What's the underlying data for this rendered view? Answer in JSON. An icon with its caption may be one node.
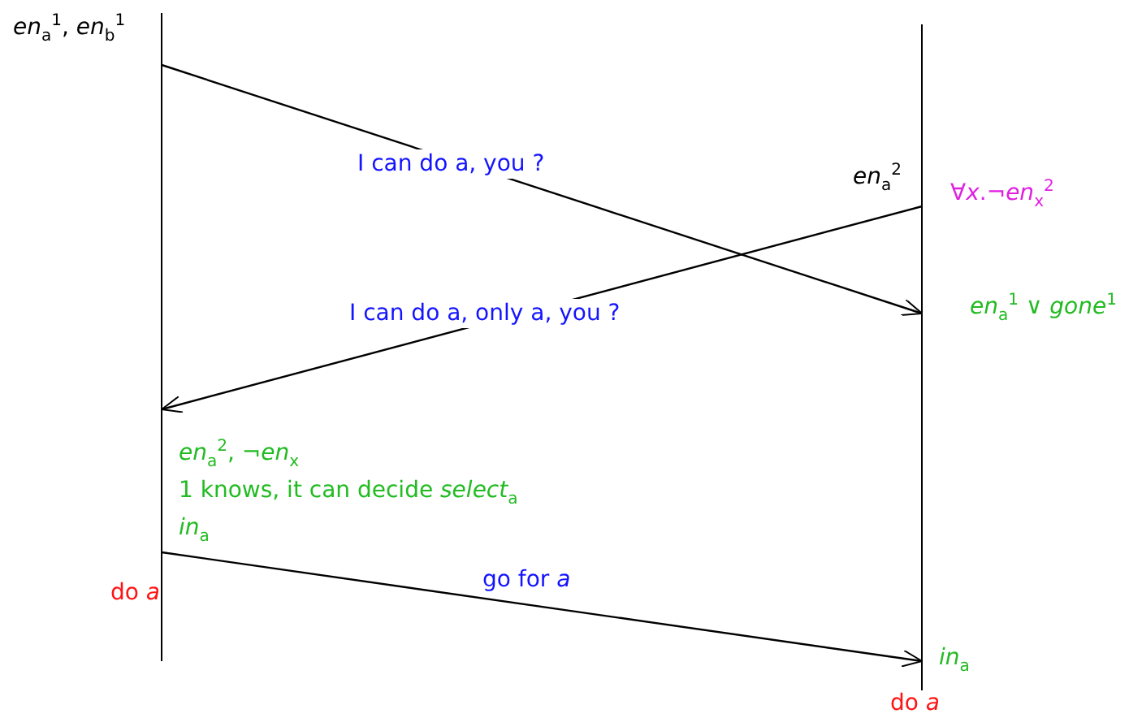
{
  "diagram": {
    "nodes": [
      {
        "text": [],
        "shape": "line",
        "beside": [
          "do *a*"
        ]
      },
      {
        "text": [],
        "shape": "line",
        "beside": [
          "do *a*"
        ]
      }
    ],
    "edges": [
      {
        "from": 0,
        "to": 1,
        "arrow": "to",
        "label": "I can do a, you ?"
      },
      {
        "from": 1,
        "to": 0,
        "arrow": "to",
        "label": "I can do a, only a, you ?"
      },
      {
        "from": 0,
        "to": 1,
        "arrow": "to",
        "label": "go for *a*"
      }
    ],
    "labels": [
      "*en*$_{a}$$^{1}$, *en*$_{b}$$^{1}$",
      "*en*$_{a}$$^{2}$",
      "∀*x*.¬*en*$_{x}$$^{2}$",
      "*en*$_{a}$$^{1}$ ∨ *gone*$^{1}$",
      "*en*$_{a}$$^{2}$, ¬*en*$_{x}$",
      "1 knows, it can decide *select*$_{a}$",
      "*in*$_{a}$",
      "*in*$_{a}$"
    ]
  }
}
